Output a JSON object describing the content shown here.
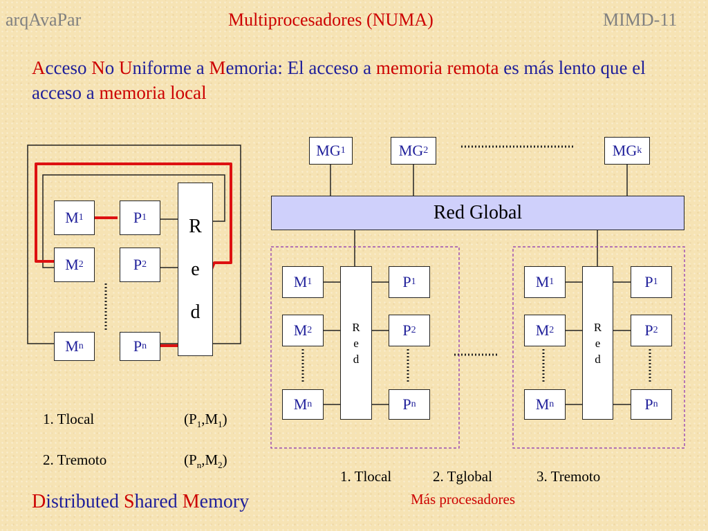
{
  "header": {
    "left": "arqAvaPar",
    "center": "Multiprocesadores (NUMA)",
    "right": "MIMD-11"
  },
  "intro": {
    "w1_a": "A",
    "w1_b": "cceso ",
    "w2_a": "N",
    "w2_b": "o ",
    "w3_a": "U",
    "w3_b": "niforme a ",
    "w4_a": "M",
    "w4_b": "emoria:",
    "rest1": " El acceso a ",
    "hl1": "memoria remota",
    "rest2": " es más lento que el acceso a ",
    "hl2": "memoria local"
  },
  "left_diagram": {
    "m1": "M",
    "m1_sub": "1",
    "p1": "P",
    "p1_sub": "1",
    "m2": "M",
    "m2_sub": "2",
    "p2": "P",
    "p2_sub": "2",
    "mn": "M",
    "mn_sub": "n",
    "pn": "P",
    "pn_sub": "n",
    "red_r": "R",
    "red_e": "e",
    "red_d": "d"
  },
  "global": {
    "mg1": "MG",
    "mg1_sub": "1",
    "mg2": "MG",
    "mg2_sub": "2",
    "mgk": "MG",
    "mgk_sub": "k",
    "red_global": "Red Global"
  },
  "cluster1": {
    "m1": "M",
    "m1_sub": "1",
    "p1": "P",
    "p1_sub": "1",
    "m2": "M",
    "m2_sub": "2",
    "p2": "P",
    "p2_sub": "2",
    "mn": "M",
    "mn_sub": "n",
    "pn": "P",
    "pn_sub": "n",
    "red_r": "R",
    "red_e": "e",
    "red_d": "d"
  },
  "cluster2": {
    "m1": "M",
    "m1_sub": "1",
    "p1": "P",
    "p1_sub": "1",
    "m2": "M",
    "m2_sub": "2",
    "p2": "P",
    "p2_sub": "2",
    "mn": "M",
    "mn_sub": "n",
    "pn": "P",
    "pn_sub": "n",
    "red_r": "R",
    "red_e": "e",
    "red_d": "d"
  },
  "legend_left": {
    "item1_label": "1. Tlocal",
    "item1_pair_open": "(P",
    "item1_pair_sub1": "1",
    "item1_pair_mid": ",M",
    "item1_pair_sub2": "1",
    "item1_pair_close": ")",
    "item2_label": "2. Tremoto",
    "item2_pair_open": "(P",
    "item2_pair_sub1": "n",
    "item2_pair_mid": ",M",
    "item2_pair_sub2": "2",
    "item2_pair_close": ")"
  },
  "legend_right": {
    "item1": "1. Tlocal",
    "item2": "2. Tglobal",
    "item3": "3. Tremoto",
    "note": "Más procesadores"
  },
  "footer": {
    "w1_a": "D",
    "w1_b": "istributed ",
    "w2_a": "S",
    "w2_b": "hared ",
    "w3_a": "M",
    "w3_b": "emory"
  }
}
